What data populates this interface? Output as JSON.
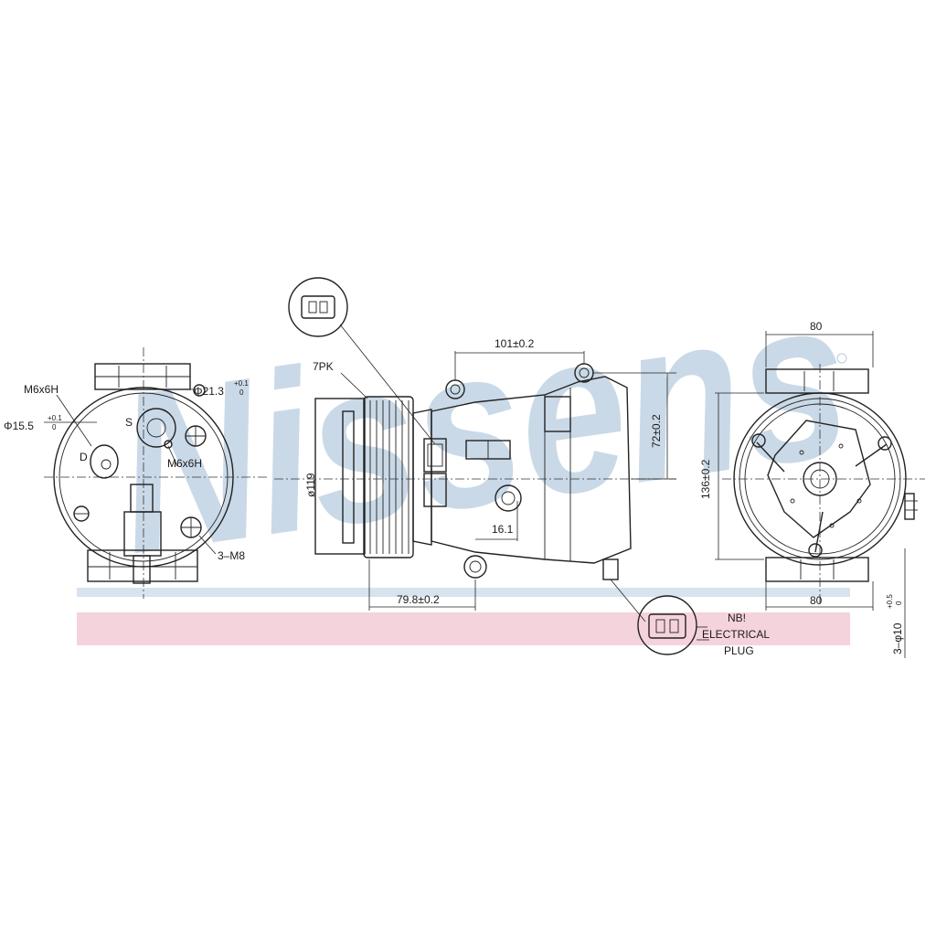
{
  "watermark": {
    "text": "Nissens",
    "color": "#b9cde0"
  },
  "band_colors": {
    "pink": "#f5d3dc",
    "blue": "#d7e3ef"
  },
  "labels": {
    "m6x6h_top": "M6x6H",
    "dia_21_3": "Φ21.3",
    "dia_21_3_tol_upper": "+0.1",
    "dia_21_3_tol_lower": "0",
    "dia_15_5": "Φ15.5",
    "dia_15_5_tol_upper": "+0.1",
    "dia_15_5_tol_lower": "0",
    "suction_port": "S",
    "discharge_port": "D",
    "m6x6h_bottom": "M6x6H",
    "threads_3_m8": "3–M8",
    "belt_profile": "7PK",
    "pulley_diameter": "ø119",
    "dim_101": "101±0.2",
    "dim_72": "72±0.2",
    "dim_16_1": "16.1",
    "dim_79_8": "79.8±0.2",
    "dim_80_top": "80",
    "dim_136": "136±0.2",
    "dim_80_bottom": "80",
    "holes": "3–φ10",
    "holes_tol_upper": "+0.5",
    "holes_tol_lower": "0",
    "plug_line1": "NB!",
    "plug_line2": "ELECTRICAL",
    "plug_line3": "PLUG"
  }
}
